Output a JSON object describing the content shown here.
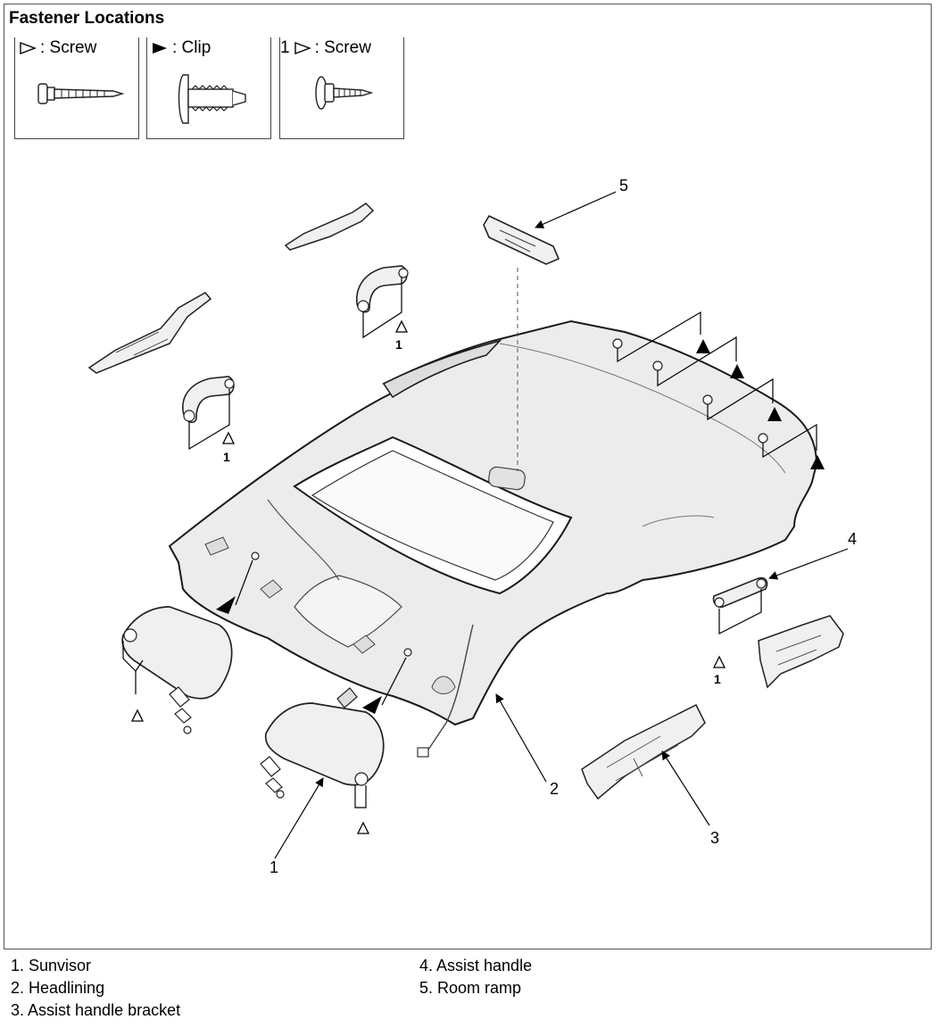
{
  "title": "Fastener Locations",
  "fasteners": [
    {
      "prefix": "",
      "symbol": "open-triangle",
      "label": ": Screw",
      "pic": "screw-icon"
    },
    {
      "prefix": "",
      "symbol": "filled-triangle",
      "label": ": Clip",
      "pic": "clip-icon"
    },
    {
      "prefix": "1",
      "symbol": "open-triangle",
      "label": ": Screw",
      "pic": "washer-screw-icon"
    }
  ],
  "callouts": {
    "c1": "1",
    "c2": "2",
    "c3": "3",
    "c4": "4",
    "c5": "5"
  },
  "fastener_marks": {
    "one": "1"
  },
  "legend": {
    "left": [
      "1. Sunvisor",
      "2. Headlining",
      "3. Assist handle bracket"
    ],
    "right": [
      "4. Assist handle",
      "5. Room ramp"
    ]
  },
  "colors": {
    "line": "#1a1a1a",
    "part_fill": "#f2f2f2",
    "panel_fill": "#ececec"
  }
}
